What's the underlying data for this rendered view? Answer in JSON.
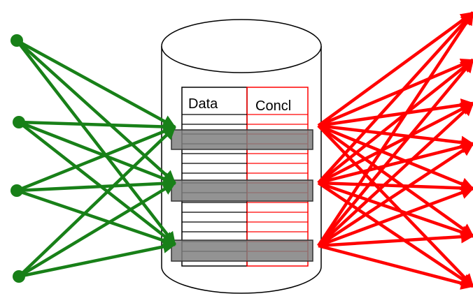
{
  "table": {
    "header_data": "Data",
    "header_concl": "Concl"
  },
  "colors": {
    "input_arrows": "#188018",
    "output_arrows": "#ff0000",
    "highlight_rows": "#808080",
    "data_column": "#000000",
    "concl_column": "#ff0000"
  },
  "icons": {
    "inputs": "green-dot-node",
    "outputs": "red-arrowhead"
  }
}
